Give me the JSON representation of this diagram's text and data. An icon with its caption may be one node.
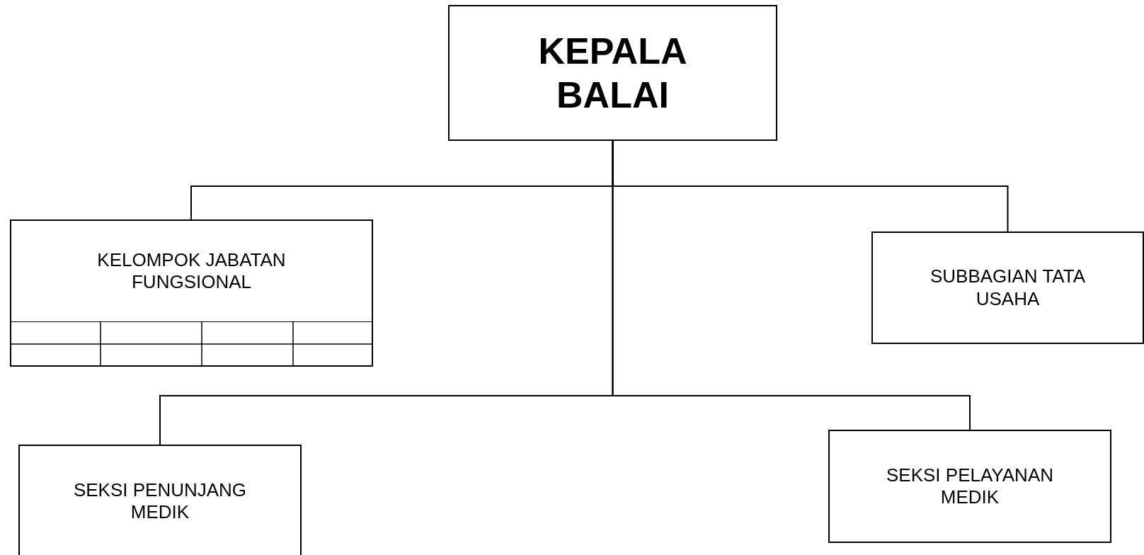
{
  "diagram": {
    "nodes": [
      {
        "text": [
          "KEPALA BALAI"
        ]
      },
      {
        "text": [
          "KELOMPOK JABATAN FUNGSIONAL"
        ]
      },
      {
        "text": [
          "SUBBAGIAN TATA USAHA"
        ]
      },
      {
        "text": [
          "SEKSI PENUNJANG MEDIK"
        ]
      },
      {
        "text": [
          "SEKSI PELAYANAN MEDIK"
        ]
      }
    ],
    "edges": [
      {
        "from": 0,
        "to": 1,
        "arrow": "none"
      },
      {
        "from": 0,
        "to": 2,
        "arrow": "none"
      },
      {
        "from": 0,
        "to": 3,
        "arrow": "none"
      },
      {
        "from": 0,
        "to": 4,
        "arrow": "none"
      }
    ]
  }
}
